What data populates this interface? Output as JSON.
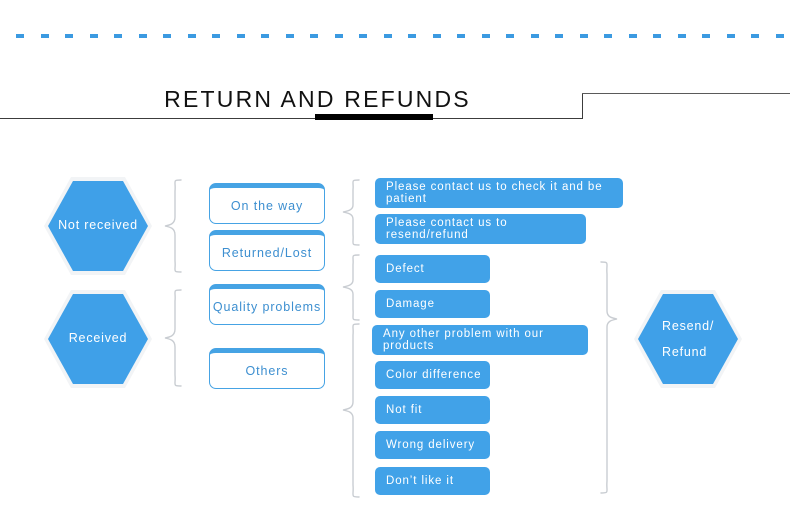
{
  "header": {
    "title": "RETURN  AND  REFUNDS"
  },
  "decor": {
    "dot_color": "#3b9ae1",
    "dot_count": 32,
    "rule_color": "#3c3c3c",
    "accent_color": "#41a2e8",
    "brace_color": "#c9cdd2"
  },
  "flow": {
    "stage1": [
      {
        "label": "Not  received",
        "shape": "hexagon"
      },
      {
        "label": "Received",
        "shape": "hexagon"
      }
    ],
    "stage2": [
      {
        "label": "On  the  way",
        "shape": "outlined-card"
      },
      {
        "label": "Returned/Lost",
        "shape": "outlined-card"
      },
      {
        "label": "Quality  problems",
        "shape": "outlined-card"
      },
      {
        "label": "Others",
        "shape": "outlined-card"
      }
    ],
    "stage3": [
      {
        "label": "Please  contact  us  to  check  it  and  be  patient",
        "shape": "pill"
      },
      {
        "label": "Please  contact  us  to  resend/refund",
        "shape": "pill"
      },
      {
        "label": "Defect",
        "shape": "pill"
      },
      {
        "label": "Damage",
        "shape": "pill"
      },
      {
        "label": "Any  other  problem  with  our  products",
        "shape": "pill"
      },
      {
        "label": "Color  difference",
        "shape": "pill"
      },
      {
        "label": "Not  fit",
        "shape": "pill"
      },
      {
        "label": "Wrong  delivery",
        "shape": "pill"
      },
      {
        "label": "Don’t  like  it",
        "shape": "pill"
      }
    ],
    "stage4": {
      "label_line1": "Resend/",
      "label_line2": "Refund",
      "shape": "hexagon"
    }
  }
}
